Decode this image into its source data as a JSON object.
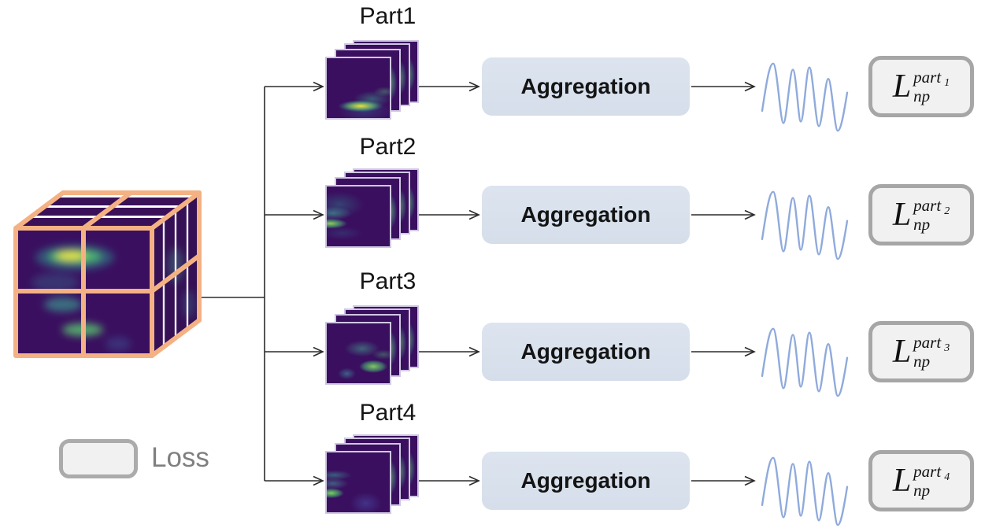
{
  "branches": [
    {
      "part_label": "Part1",
      "aggregation_label": "Aggregation",
      "loss": {
        "base": "L",
        "sup": "part",
        "index": "1",
        "sub": "np"
      }
    },
    {
      "part_label": "Part2",
      "aggregation_label": "Aggregation",
      "loss": {
        "base": "L",
        "sup": "part",
        "index": "2",
        "sub": "np"
      }
    },
    {
      "part_label": "Part3",
      "aggregation_label": "Aggregation",
      "loss": {
        "base": "L",
        "sup": "part",
        "index": "3",
        "sub": "np"
      }
    },
    {
      "part_label": "Part4",
      "aggregation_label": "Aggregation",
      "loss": {
        "base": "L",
        "sup": "part",
        "index": "4",
        "sub": "np"
      }
    }
  ],
  "legend": {
    "label": "Loss"
  },
  "icons": {
    "feature_cube": "3d-heatmap-cube-partitioned-2x2",
    "feature_stack": "stacked-heatmap-slices",
    "waveform": "sine-wave-signal"
  },
  "colors": {
    "cube_edge_orange": "#F4B183",
    "heatmap_base_purple": "#3A0F5F",
    "heatmap_hot_yellow": "#F2EA3C",
    "heatmap_green": "#4CC26A",
    "aggregation_fill": "#D7E0EC",
    "wave_blue": "#8FAADC",
    "loss_box_fill": "#F1F1F1",
    "loss_box_border": "#A6A6A6",
    "arrow_black": "#2B2B2B",
    "legend_text_gray": "#7F7F7F"
  }
}
